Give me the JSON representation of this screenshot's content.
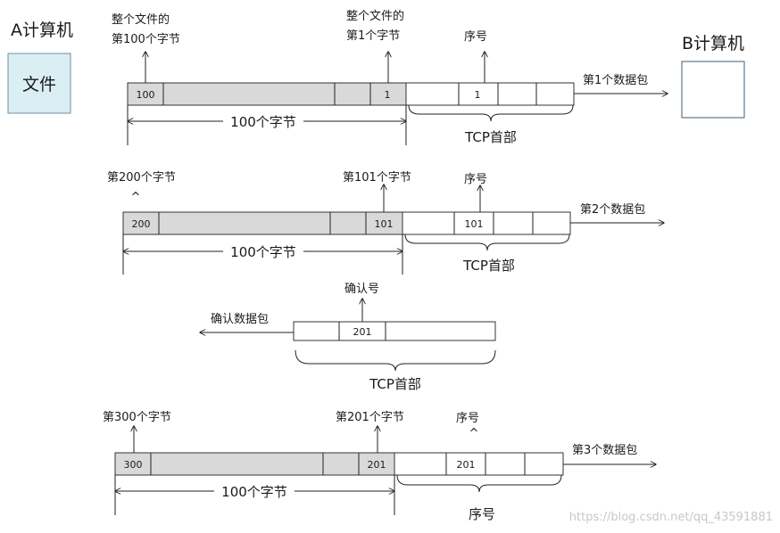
{
  "computer_a": {
    "title": "A计算机",
    "file_label": "文件"
  },
  "computer_b": {
    "title": "B计算机"
  },
  "packet1": {
    "top_left_line1": "整个文件的",
    "top_left_line2": "第100个字节",
    "top_mid_line1": "整个文件的",
    "top_mid_line2": "第1个字节",
    "seq_label": "序号",
    "cell_left": "100",
    "cell_right": "1",
    "header_seq": "1",
    "span_label": "100个字节",
    "header_label": "TCP首部",
    "packet_label": "第1个数据包"
  },
  "packet2": {
    "top_left": "第200个字节",
    "caret": "^",
    "top_mid": "第101个字节",
    "seq_label": "序号",
    "cell_left": "200",
    "cell_right": "101",
    "header_seq": "101",
    "span_label": "100个字节",
    "header_label": "TCP首部",
    "packet_label": "第2个数据包"
  },
  "ack": {
    "ack_num_label": "确认号",
    "ack_packet_label": "确认数据包",
    "ack_value": "201",
    "header_label": "TCP首部"
  },
  "packet3": {
    "top_left": "第300个字节",
    "top_mid": "第201个字节",
    "seq_label": "序号",
    "caret": "^",
    "cell_left": "300",
    "cell_right": "201",
    "header_seq": "201",
    "span_label": "100个字节",
    "header_label": "序号",
    "packet_label": "第3个数据包"
  },
  "watermark": "https://blog.csdn.net/qq_43591881"
}
